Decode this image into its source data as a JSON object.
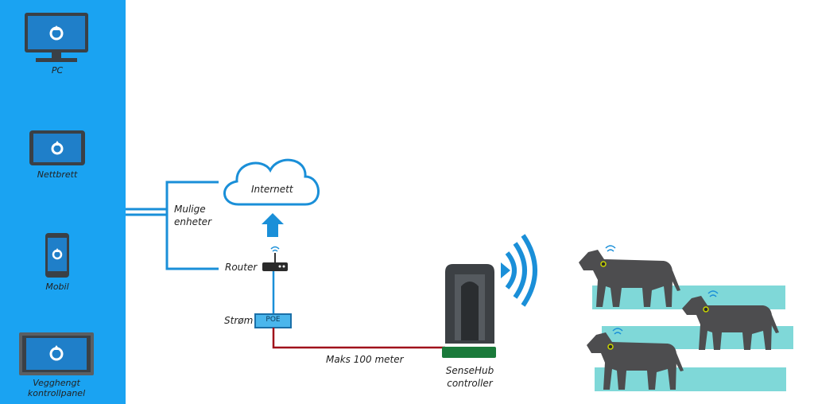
{
  "devices": {
    "pc": "PC",
    "tablet": "Nettbrett",
    "mobile": "Mobil",
    "wallpanel_line1": "Vegghengt",
    "wallpanel_line2": "kontrollpanel"
  },
  "diagram": {
    "possible_devices_line1": "Mulige",
    "possible_devices_line2": "enheter",
    "internet": "Internett",
    "router": "Router",
    "power": "Strøm",
    "poe": "POE",
    "cable": "Maks 100 meter",
    "controller_line1": "SenseHub",
    "controller_line2": "controller"
  },
  "colors": {
    "sidebar": "#1aa3f2",
    "accent_blue": "#1a8fd8",
    "cable_red": "#a0121b",
    "cow": "#4d4d4f",
    "pasture": "#7fd8d8",
    "controller_green": "#1a7a3a"
  }
}
